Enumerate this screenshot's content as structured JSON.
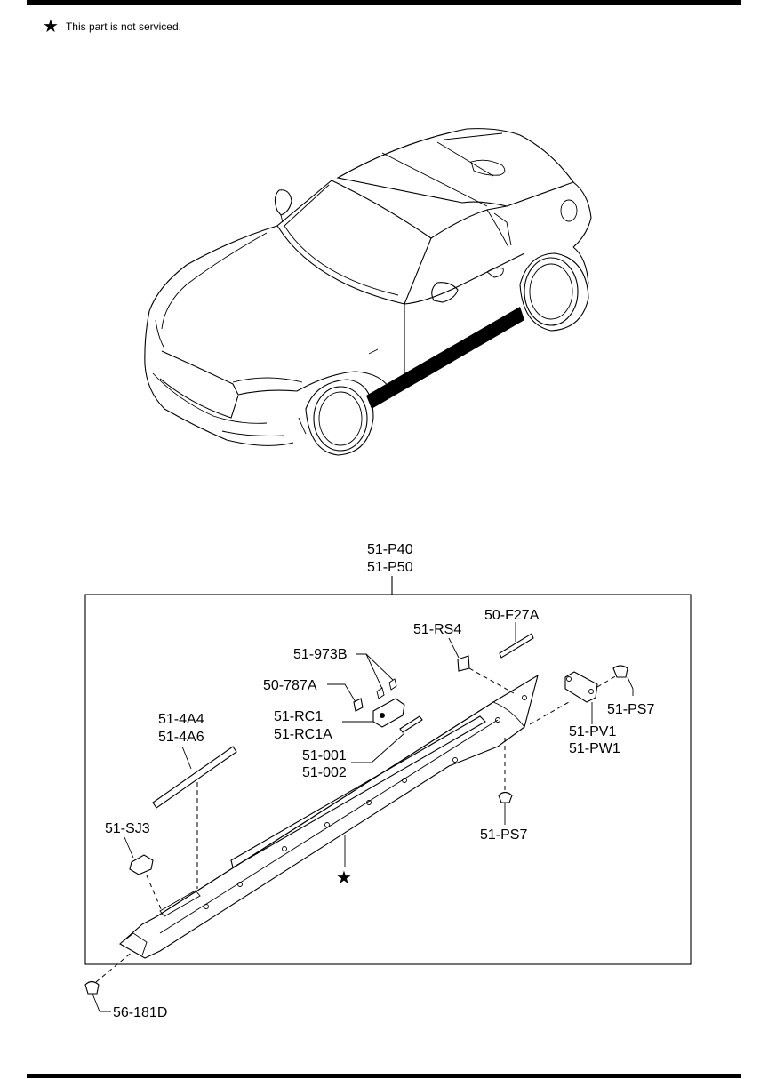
{
  "note": {
    "symbol": "★",
    "text": "This part is not serviced."
  },
  "labels": {
    "p40": "51-P40",
    "p50": "51-P50",
    "f27a": "50-F27A",
    "rs4": "51-RS4",
    "b973": "51-973B",
    "a787": "50-787A",
    "rc1": "51-RC1",
    "rc1a": "51-RC1A",
    "a4a4": "51-4A4",
    "a4a6": "51-4A6",
    "c001": "51-001",
    "c002": "51-002",
    "ps7_right": "51-PS7",
    "pv1": "51-PV1",
    "pw1": "51-PW1",
    "ps7_bottom": "51-PS7",
    "sj3": "51-SJ3",
    "d181": "56-181D",
    "star_marker": "★"
  }
}
